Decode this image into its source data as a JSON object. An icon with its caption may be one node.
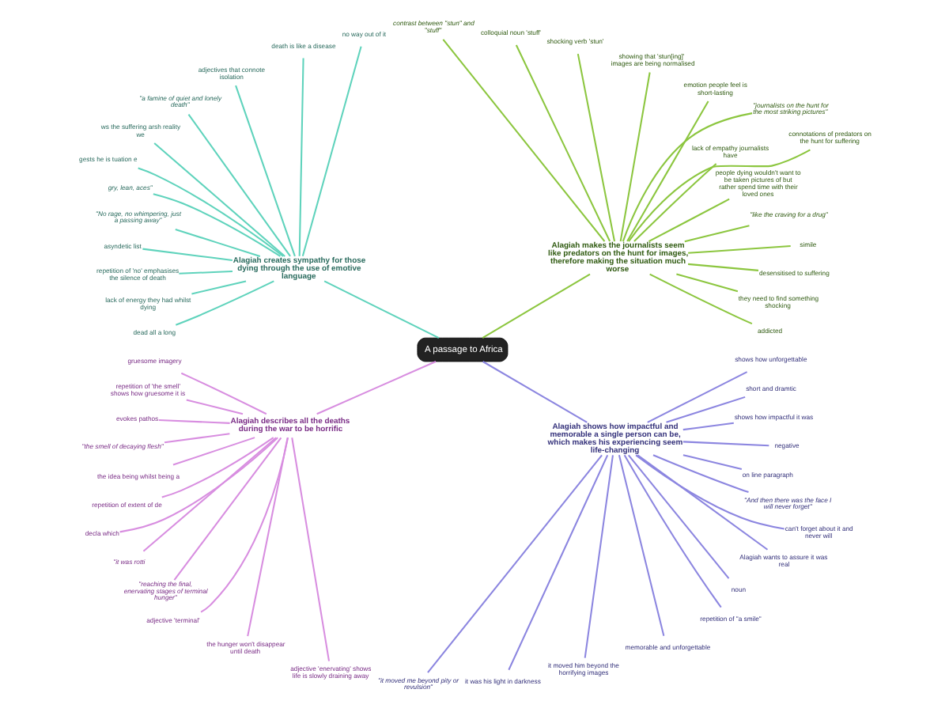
{
  "diagram": {
    "nodes": [
      {
        "text": [
          "A passage to Africa"
        ]
      },
      {
        "text": [
          "Alagiah makes the journalists seem like predators on the hunt for images, therefore making the situation much worse"
        ]
      },
      {
        "text": [
          "addicted"
        ]
      },
      {
        "text": [
          "they need to find something shocking"
        ]
      },
      {
        "text": [
          "desensitised to suffering"
        ]
      },
      {
        "text": [
          "simile"
        ]
      },
      {
        "text": [
          "\"like the craving for a drug\""
        ]
      },
      {
        "text": [
          "people dying wouldn't want to be taken pictures of but rather spend time with their loved ones"
        ]
      },
      {
        "text": [
          "lack of empathy journalists have"
        ]
      },
      {
        "text": [
          "connotations of predators on the hunt for suffering"
        ]
      },
      {
        "text": [
          "\"journalists on the hunt for the most striking pictures\""
        ]
      },
      {
        "text": [
          "emotion people feel is short-lasting"
        ]
      },
      {
        "text": [
          "showing that 'stun[ing]' images are being normalised"
        ]
      },
      {
        "text": [
          "shocking verb 'stun'"
        ]
      },
      {
        "text": [
          "colloquial noun 'stuff'"
        ]
      },
      {
        "text": [
          "contrast between \"stun\" and \"stuff\""
        ]
      },
      {
        "text": [
          "Alagiah creates sympathy for those dying through the use of emotive language"
        ]
      },
      {
        "text": [
          "no way out of it"
        ]
      },
      {
        "text": [
          "death is like a disease"
        ]
      },
      {
        "text": [
          "adjectives that connote isolation"
        ]
      },
      {
        "text": [
          "\"a famine of quiet and lonely death\""
        ]
      },
      {
        "text": [
          "ws the suffering arsh reality we"
        ]
      },
      {
        "text": [
          "gests he is tuation e"
        ]
      },
      {
        "text": [
          "gry, lean, aces\""
        ]
      },
      {
        "text": [
          "\"No rage, no whimpering, just a passing away\""
        ]
      },
      {
        "text": [
          "asyndetic list"
        ]
      },
      {
        "text": [
          "repetition of 'no' emphasises the silence of death"
        ]
      },
      {
        "text": [
          "lack of energy they had whilst dying"
        ]
      },
      {
        "text": [
          "dead all a long"
        ]
      },
      {
        "text": [
          "Alagiah describes all the deaths during the war to be horrific"
        ]
      },
      {
        "text": [
          "gruesome imagery"
        ]
      },
      {
        "text": [
          "repetition of 'the smell' shows how gruesome it is"
        ]
      },
      {
        "text": [
          "evokes pathos"
        ]
      },
      {
        "text": [
          "\"the smell of decaying flesh\""
        ]
      },
      {
        "text": [
          "the idea being whilst being a"
        ]
      },
      {
        "text": [
          "repetition of extent of de"
        ]
      },
      {
        "text": [
          "decla which"
        ]
      },
      {
        "text": [
          "\"it was rotti"
        ]
      },
      {
        "text": [
          "\"reaching the final, enervating stages of terminal hunger\""
        ]
      },
      {
        "text": [
          "adjective 'terminal'"
        ]
      },
      {
        "text": [
          "the hunger won't disappear until death"
        ]
      },
      {
        "text": [
          "adjective 'enervating' shows life is slowly draining away"
        ]
      },
      {
        "text": [
          "Alagiah shows how impactful and memorable a single person can be, which makes his experiencing seem life-changing"
        ]
      },
      {
        "text": [
          "\"it moved me beyond pity or revulsion\""
        ]
      },
      {
        "text": [
          "it was his light in darkness"
        ]
      },
      {
        "text": [
          "it moved him beyond the horrifying images"
        ]
      },
      {
        "text": [
          "memorable and unforgettable"
        ]
      },
      {
        "text": [
          "repetition of \"a smile\""
        ]
      },
      {
        "text": [
          "noun"
        ]
      },
      {
        "text": [
          "Alagiah wants to assure it was real"
        ]
      },
      {
        "text": [
          "can't forget about it and never will"
        ]
      },
      {
        "text": [
          "\"And then there was the face I will never forget\""
        ]
      },
      {
        "text": [
          "on line paragraph"
        ]
      },
      {
        "text": [
          "negative"
        ]
      },
      {
        "text": [
          "shows how impactful it was"
        ]
      },
      {
        "text": [
          "short and dramtic"
        ]
      },
      {
        "text": [
          "shows how unforgettable"
        ]
      }
    ],
    "edges": [
      {
        "from": 0,
        "to": 1,
        "arrow": "none",
        "color": "#8cc63f"
      },
      {
        "from": 1,
        "to": 2,
        "arrow": "none",
        "color": "#8cc63f"
      },
      {
        "from": 1,
        "to": 3,
        "arrow": "none",
        "color": "#8cc63f"
      },
      {
        "from": 1,
        "to": 4,
        "arrow": "none",
        "color": "#8cc63f"
      },
      {
        "from": 1,
        "to": 5,
        "arrow": "none",
        "color": "#8cc63f"
      },
      {
        "from": 1,
        "to": 6,
        "arrow": "none",
        "color": "#8cc63f"
      },
      {
        "from": 1,
        "to": 7,
        "arrow": "none",
        "color": "#8cc63f"
      },
      {
        "from": 1,
        "to": 8,
        "arrow": "none",
        "color": "#8cc63f"
      },
      {
        "from": 1,
        "to": 9,
        "arrow": "none",
        "color": "#8cc63f"
      },
      {
        "from": 1,
        "to": 10,
        "arrow": "none",
        "color": "#8cc63f"
      },
      {
        "from": 1,
        "to": 11,
        "arrow": "none",
        "color": "#8cc63f"
      },
      {
        "from": 1,
        "to": 12,
        "arrow": "none",
        "color": "#8cc63f"
      },
      {
        "from": 1,
        "to": 13,
        "arrow": "none",
        "color": "#8cc63f"
      },
      {
        "from": 1,
        "to": 14,
        "arrow": "none",
        "color": "#8cc63f"
      },
      {
        "from": 1,
        "to": 15,
        "arrow": "none",
        "color": "#8cc63f"
      },
      {
        "from": 0,
        "to": 16,
        "arrow": "none",
        "color": "#5fd3bc"
      },
      {
        "from": 16,
        "to": 17,
        "arrow": "none",
        "color": "#5fd3bc"
      },
      {
        "from": 16,
        "to": 18,
        "arrow": "none",
        "color": "#5fd3bc"
      },
      {
        "from": 16,
        "to": 19,
        "arrow": "none",
        "color": "#5fd3bc"
      },
      {
        "from": 16,
        "to": 20,
        "arrow": "none",
        "color": "#5fd3bc"
      },
      {
        "from": 16,
        "to": 21,
        "arrow": "none",
        "color": "#5fd3bc"
      },
      {
        "from": 16,
        "to": 22,
        "arrow": "none",
        "color": "#5fd3bc"
      },
      {
        "from": 16,
        "to": 23,
        "arrow": "none",
        "color": "#5fd3bc"
      },
      {
        "from": 16,
        "to": 24,
        "arrow": "none",
        "color": "#5fd3bc"
      },
      {
        "from": 16,
        "to": 25,
        "arrow": "none",
        "color": "#5fd3bc"
      },
      {
        "from": 16,
        "to": 26,
        "arrow": "none",
        "color": "#5fd3bc"
      },
      {
        "from": 16,
        "to": 27,
        "arrow": "none",
        "color": "#5fd3bc"
      },
      {
        "from": 16,
        "to": 28,
        "arrow": "none",
        "color": "#5fd3bc"
      },
      {
        "from": 0,
        "to": 29,
        "arrow": "none",
        "color": "#d88ee0"
      },
      {
        "from": 29,
        "to": 30,
        "arrow": "none",
        "color": "#d88ee0"
      },
      {
        "from": 29,
        "to": 31,
        "arrow": "none",
        "color": "#d88ee0"
      },
      {
        "from": 29,
        "to": 32,
        "arrow": "none",
        "color": "#d88ee0"
      },
      {
        "from": 29,
        "to": 33,
        "arrow": "none",
        "color": "#d88ee0"
      },
      {
        "from": 29,
        "to": 34,
        "arrow": "none",
        "color": "#d88ee0"
      },
      {
        "from": 29,
        "to": 35,
        "arrow": "none",
        "color": "#d88ee0"
      },
      {
        "from": 29,
        "to": 36,
        "arrow": "none",
        "color": "#d88ee0"
      },
      {
        "from": 29,
        "to": 37,
        "arrow": "none",
        "color": "#d88ee0"
      },
      {
        "from": 29,
        "to": 38,
        "arrow": "none",
        "color": "#d88ee0"
      },
      {
        "from": 29,
        "to": 39,
        "arrow": "none",
        "color": "#d88ee0"
      },
      {
        "from": 29,
        "to": 40,
        "arrow": "none",
        "color": "#d88ee0"
      },
      {
        "from": 29,
        "to": 41,
        "arrow": "none",
        "color": "#d88ee0"
      },
      {
        "from": 0,
        "to": 42,
        "arrow": "none",
        "color": "#8c86e0"
      },
      {
        "from": 42,
        "to": 43,
        "arrow": "none",
        "color": "#8c86e0"
      },
      {
        "from": 42,
        "to": 44,
        "arrow": "none",
        "color": "#8c86e0"
      },
      {
        "from": 42,
        "to": 45,
        "arrow": "none",
        "color": "#8c86e0"
      },
      {
        "from": 42,
        "to": 46,
        "arrow": "none",
        "color": "#8c86e0"
      },
      {
        "from": 42,
        "to": 47,
        "arrow": "none",
        "color": "#8c86e0"
      },
      {
        "from": 42,
        "to": 48,
        "arrow": "none",
        "color": "#8c86e0"
      },
      {
        "from": 42,
        "to": 49,
        "arrow": "none",
        "color": "#8c86e0"
      },
      {
        "from": 42,
        "to": 50,
        "arrow": "none",
        "color": "#8c86e0"
      },
      {
        "from": 42,
        "to": 51,
        "arrow": "none",
        "color": "#8c86e0"
      },
      {
        "from": 42,
        "to": 52,
        "arrow": "none",
        "color": "#8c86e0"
      },
      {
        "from": 42,
        "to": 53,
        "arrow": "none",
        "color": "#8c86e0"
      },
      {
        "from": 42,
        "to": 54,
        "arrow": "none",
        "color": "#8c86e0"
      },
      {
        "from": 42,
        "to": 55,
        "arrow": "none",
        "color": "#8c86e0"
      },
      {
        "from": 42,
        "to": 56,
        "arrow": "none",
        "color": "#8c86e0"
      }
    ]
  }
}
